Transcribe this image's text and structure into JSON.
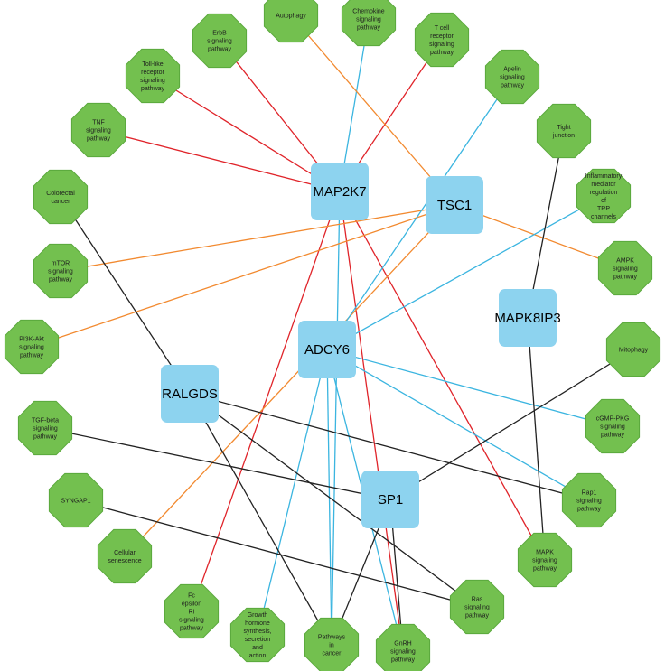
{
  "colors": {
    "gene_fill": "#8dd3ef",
    "pathway_fill": "#73c04f",
    "pathway_stroke": "#5aa83c",
    "edge_red": "#e0242a",
    "edge_orange": "#f28a30",
    "edge_blue": "#3bb5e0",
    "edge_black": "#222222",
    "background": "#ffffff"
  },
  "genes": [
    {
      "id": "MAP2K7",
      "label": "MAP2K7"
    },
    {
      "id": "TSC1",
      "label": "TSC1"
    },
    {
      "id": "MAPK8IP3",
      "label": "MAPK8IP3"
    },
    {
      "id": "ADCY6",
      "label": "ADCY6"
    },
    {
      "id": "RALGDS",
      "label": "RALGDS"
    },
    {
      "id": "SP1",
      "label": "SP1"
    }
  ],
  "pathways": [
    {
      "id": "autophagy",
      "lines": [
        "Autophagy"
      ]
    },
    {
      "id": "chemokine",
      "lines": [
        "Chemokine",
        "signaling",
        "pathway"
      ]
    },
    {
      "id": "tcell",
      "lines": [
        "T cell",
        "receptor",
        "signaling",
        "pathway"
      ]
    },
    {
      "id": "erbb",
      "lines": [
        "ErbB",
        "signaling",
        "pathway"
      ]
    },
    {
      "id": "toll",
      "lines": [
        "Toll-like",
        "receptor",
        "signaling",
        "pathway"
      ]
    },
    {
      "id": "apelin",
      "lines": [
        "Apelin",
        "signaling",
        "pathway"
      ]
    },
    {
      "id": "tight",
      "lines": [
        "Tight",
        "junction"
      ]
    },
    {
      "id": "tnf",
      "lines": [
        "TNF",
        "signaling",
        "pathway"
      ]
    },
    {
      "id": "inflam",
      "lines": [
        "Inflammatory",
        "mediator",
        "regulation",
        "of",
        "TRP",
        "channels"
      ]
    },
    {
      "id": "colorectal",
      "lines": [
        "Colorectal",
        "cancer"
      ]
    },
    {
      "id": "mtor",
      "lines": [
        "mTOR",
        "signaling",
        "pathway"
      ]
    },
    {
      "id": "ampk",
      "lines": [
        "AMPK",
        "signaling",
        "pathway"
      ]
    },
    {
      "id": "pi3k",
      "lines": [
        "PI3K-Akt",
        "signaling",
        "pathway"
      ]
    },
    {
      "id": "mitophagy",
      "lines": [
        "Mitophagy"
      ]
    },
    {
      "id": "cgmp",
      "lines": [
        "cGMP-PKG",
        "signaling",
        "pathway"
      ]
    },
    {
      "id": "tgfb",
      "lines": [
        "TGF-beta",
        "signaling",
        "pathway"
      ]
    },
    {
      "id": "rap1",
      "lines": [
        "Rap1",
        "signaling",
        "pathway"
      ]
    },
    {
      "id": "syngap1",
      "lines": [
        "SYNGAP1"
      ]
    },
    {
      "id": "cellsen",
      "lines": [
        "Cellular",
        "senescence"
      ]
    },
    {
      "id": "mapk",
      "lines": [
        "MAPK",
        "signaling",
        "pathway"
      ]
    },
    {
      "id": "ras",
      "lines": [
        "Ras",
        "signaling",
        "pathway"
      ]
    },
    {
      "id": "fc",
      "lines": [
        "Fc",
        "epsilon",
        "RI",
        "signaling",
        "pathway"
      ]
    },
    {
      "id": "growth",
      "lines": [
        "Growth",
        "hormone",
        "synthesis,",
        "secretion",
        "and",
        "action"
      ]
    },
    {
      "id": "cancer",
      "lines": [
        "Pathways",
        "in",
        "cancer"
      ]
    },
    {
      "id": "gnrh",
      "lines": [
        "GnRH",
        "signaling",
        "pathway"
      ]
    }
  ],
  "edges": [
    {
      "from": "MAP2K7",
      "to": "erbb",
      "color": "red"
    },
    {
      "from": "MAP2K7",
      "to": "toll",
      "color": "red"
    },
    {
      "from": "MAP2K7",
      "to": "tnf",
      "color": "red"
    },
    {
      "from": "MAP2K7",
      "to": "tcell",
      "color": "red"
    },
    {
      "from": "MAP2K7",
      "to": "chemokine",
      "color": "blue"
    },
    {
      "from": "MAP2K7",
      "to": "fc",
      "color": "red"
    },
    {
      "from": "MAP2K7",
      "to": "mapk",
      "color": "red"
    },
    {
      "from": "MAP2K7",
      "to": "gnrh",
      "color": "red"
    },
    {
      "from": "MAP2K7",
      "to": "cancer",
      "color": "blue"
    },
    {
      "from": "TSC1",
      "to": "autophagy",
      "color": "orange"
    },
    {
      "from": "TSC1",
      "to": "mtor",
      "color": "orange"
    },
    {
      "from": "TSC1",
      "to": "pi3k",
      "color": "orange"
    },
    {
      "from": "TSC1",
      "to": "ampk",
      "color": "orange"
    },
    {
      "from": "TSC1",
      "to": "cellsen",
      "color": "orange"
    },
    {
      "from": "ADCY6",
      "to": "apelin",
      "color": "blue"
    },
    {
      "from": "ADCY6",
      "to": "inflam",
      "color": "blue"
    },
    {
      "from": "ADCY6",
      "to": "cgmp",
      "color": "blue"
    },
    {
      "from": "ADCY6",
      "to": "rap1",
      "color": "blue"
    },
    {
      "from": "ADCY6",
      "to": "growth",
      "color": "blue"
    },
    {
      "from": "ADCY6",
      "to": "cancer",
      "color": "blue"
    },
    {
      "from": "ADCY6",
      "to": "gnrh",
      "color": "blue"
    },
    {
      "from": "MAPK8IP3",
      "to": "tight",
      "color": "black"
    },
    {
      "from": "MAPK8IP3",
      "to": "mapk",
      "color": "black"
    },
    {
      "from": "RALGDS",
      "to": "colorectal",
      "color": "black"
    },
    {
      "from": "RALGDS",
      "to": "rap1",
      "color": "black"
    },
    {
      "from": "RALGDS",
      "to": "ras",
      "color": "black"
    },
    {
      "from": "RALGDS",
      "to": "cancer",
      "color": "black"
    },
    {
      "from": "SP1",
      "to": "tgfb",
      "color": "black"
    },
    {
      "from": "SP1",
      "to": "mitophagy",
      "color": "black"
    },
    {
      "from": "SP1",
      "to": "cancer",
      "color": "black"
    },
    {
      "from": "SP1",
      "to": "gnrh",
      "color": "black"
    },
    {
      "from": "syngap1",
      "to": "ras",
      "color": "black"
    }
  ]
}
